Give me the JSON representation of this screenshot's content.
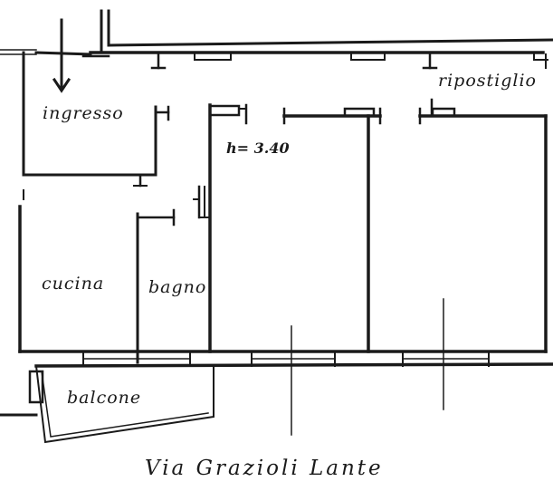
{
  "plan": {
    "rooms": {
      "ingresso": "ingresso",
      "ripostiglio": "ripostiglio",
      "cucina": "cucina",
      "bagno": "bagno",
      "balcone": "balcone"
    },
    "ceiling_height": "h= 3.40",
    "street": "Via Grazioli Lante"
  },
  "colors": {
    "ink": "#1a1a1a",
    "paper": "#ffffff"
  },
  "icons": {
    "entrance": "entrance-arrow-icon"
  }
}
